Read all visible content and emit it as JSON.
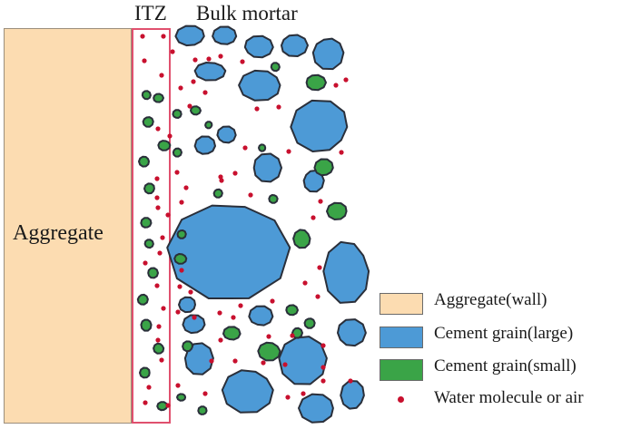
{
  "labels": {
    "itz": "ITZ",
    "bulk": "Bulk mortar",
    "aggregate": "Aggregate"
  },
  "legend": [
    {
      "label": "Aggregate(wall)",
      "kind": "swatch",
      "color": "#fcdcb1"
    },
    {
      "label": "Cement grain(large)",
      "kind": "swatch",
      "color": "#4d9ad6"
    },
    {
      "label": "Cement grain(small)",
      "kind": "swatch",
      "color": "#3aa447"
    },
    {
      "label": "Water molecule or air",
      "kind": "dot",
      "color": "#c8102e"
    }
  ],
  "colors": {
    "aggregate": "#fcdcb1",
    "large_grain": "#4d9ad6",
    "small_grain": "#3aa447",
    "outline": "#2a2f3a",
    "water": "#c8102e",
    "itz_border": "#e0506e"
  }
}
